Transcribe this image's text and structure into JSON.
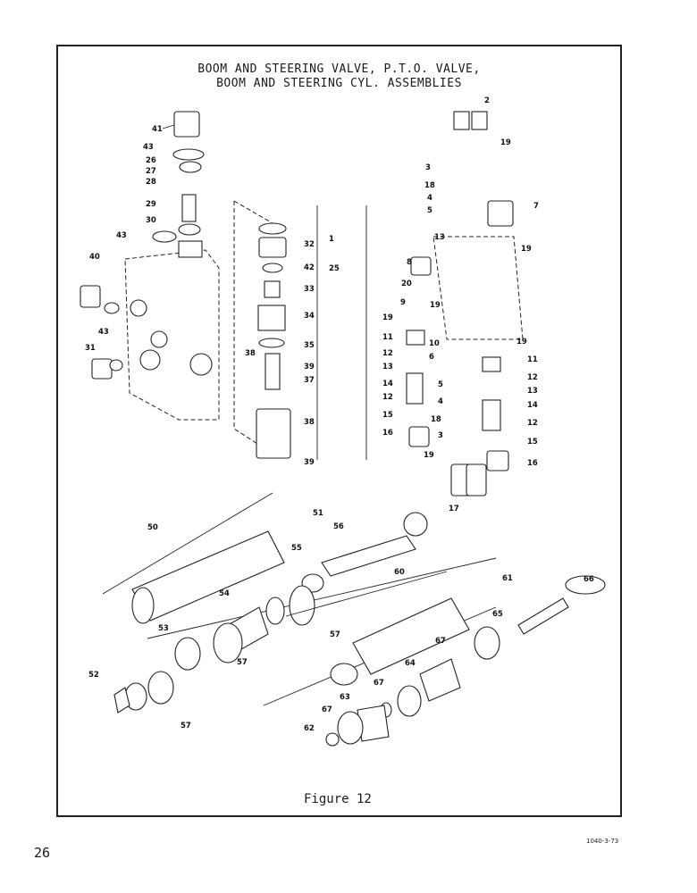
{
  "title_line_1": "BOOM AND STEERING VALVE, P.T.O. VALVE,",
  "title_line_2": "BOOM AND STEERING CYL. ASSEMBLIES",
  "caption": "Figure 12",
  "page_number": "26",
  "doc_code": "1040-3-73",
  "callouts": [
    "1",
    "2",
    "3",
    "4",
    "5",
    "6",
    "7",
    "8",
    "9",
    "10",
    "11",
    "12",
    "13",
    "14",
    "15",
    "16",
    "17",
    "18",
    "19",
    "20",
    "25",
    "27",
    "28",
    "29",
    "30",
    "31",
    "32",
    "33",
    "34",
    "35",
    "37",
    "38",
    "39",
    "40",
    "41",
    "42",
    "43",
    "50",
    "51",
    "52",
    "53",
    "54",
    "55",
    "56",
    "57",
    "60",
    "61",
    "62",
    "63",
    "64",
    "65",
    "66",
    "67"
  ]
}
